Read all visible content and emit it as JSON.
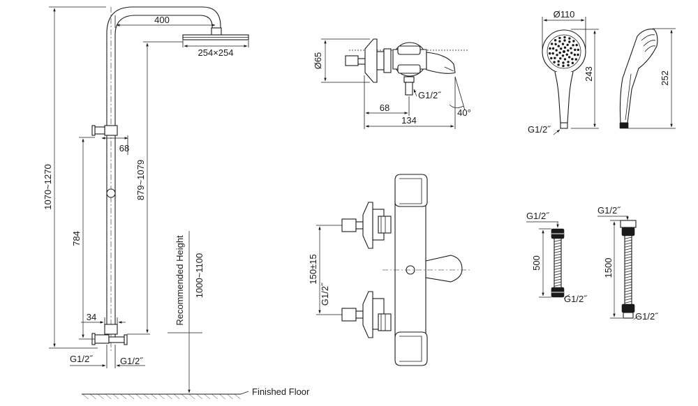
{
  "shower_column": {
    "arm_length": "400",
    "head_size": "254×254",
    "total_height": "1070~1270",
    "head_height": "879~1079",
    "mixer_offset": "68",
    "slide_height": "784",
    "bottom_offset": "34",
    "inlet_left": "G1/2˝",
    "inlet_right": "G1/2˝",
    "recommended_label": "Recommended Height",
    "recommended_value": "1000~1100",
    "floor_label": "Finished Floor"
  },
  "spout_view": {
    "diameter": "Ø65",
    "thread": "G1/2˝",
    "depth": "68",
    "length": "134",
    "angle": "40°"
  },
  "hand_shower": {
    "diameter": "Ø110",
    "height_front": "243",
    "height_side": "252",
    "thread": "G1/2˝"
  },
  "thermostat": {
    "centers": "150±15",
    "thread": "G1/2˝"
  },
  "hose_short": {
    "length": "500",
    "thread_top": "G1/2˝",
    "thread_bottom": "G1/2˝"
  },
  "hose_long": {
    "length": "1500",
    "thread_top": "G1/2˝",
    "thread_bottom": "G1/2˝"
  }
}
